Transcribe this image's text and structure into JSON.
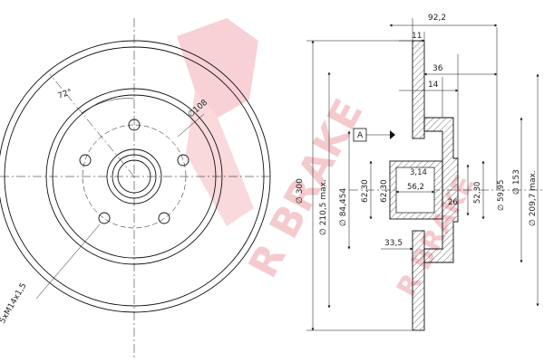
{
  "watermark": {
    "text_main": "R BRAKE",
    "text_side": "R BRAKE",
    "color": "#f3c1c6",
    "accent": "#e8a6ad"
  },
  "front_view": {
    "angle_label": "72°",
    "pcd_label": "∅108",
    "thread_label": "5xM14x1,5"
  },
  "section_view": {
    "top_dim_partial": "92,2",
    "dims": {
      "d11": "11",
      "d36": "36",
      "d14": "14",
      "ref_a": "A",
      "d300": "∅ 300",
      "d210": "∅ 210,5 max.",
      "d84": "∅ 84,454",
      "d62_30": "62,30",
      "d3_14": "3,14",
      "d56_2": "56,2",
      "d26": "26",
      "d52_30": "52,30",
      "d59_95": "∅ 59,95",
      "d153": "∅ 153",
      "d209": "∅ 209,7 max.",
      "d33_5": "33,5"
    }
  }
}
